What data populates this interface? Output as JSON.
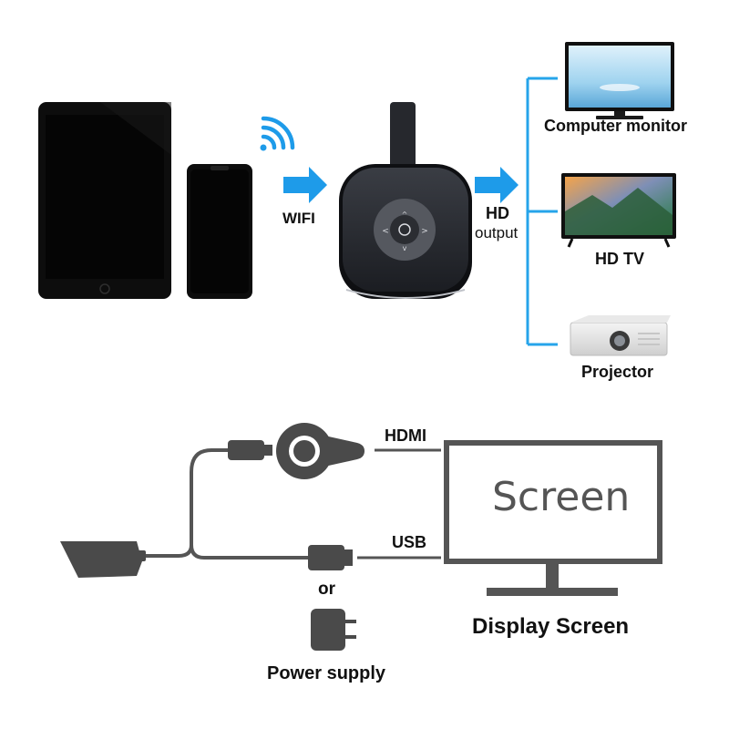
{
  "top_section": {
    "wifi_label": "WIFI",
    "hd_label": "HD",
    "output_label": "output",
    "targets": [
      {
        "label": "Computer monitor"
      },
      {
        "label": "HD TV"
      },
      {
        "label": "Projector"
      }
    ]
  },
  "bottom_section": {
    "hdmi_label": "HDMI",
    "usb_label": "USB",
    "screen_word": "Screen",
    "or_label": "or",
    "power_supply_label": "Power supply",
    "display_screen_label": "Display Screen"
  },
  "colors": {
    "arrow_blue": "#1e9be9",
    "device_black": "#0d0d0d",
    "cable_gray": "#555555",
    "bracket_blue": "#26a4ea"
  }
}
